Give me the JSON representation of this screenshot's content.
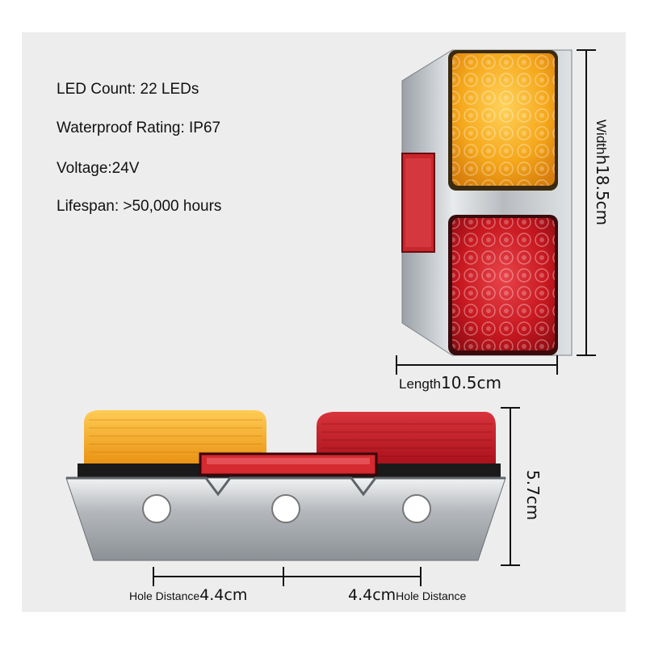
{
  "specs": {
    "led_count": "LED Count: 22 LEDs",
    "waterproof": "Waterproof Rating: IP67",
    "voltage": "Voltage:24V",
    "lifespan": "Lifespan: >50,000 hours"
  },
  "dimensions": {
    "width_label": "Width",
    "width_value": "h18.5cm",
    "length_label": "Length",
    "length_value": "10.5cm",
    "height_value": "5.7cm",
    "hole_left_label": "Hole Distance",
    "hole_left_value": "4.4cm",
    "hole_right_value": "4.4cm",
    "hole_right_label": "Hole Distance"
  },
  "colors": {
    "amber": "#f0a018",
    "red": "#c0141c",
    "chrome": "#c8ccd0",
    "background": "#ededed"
  }
}
